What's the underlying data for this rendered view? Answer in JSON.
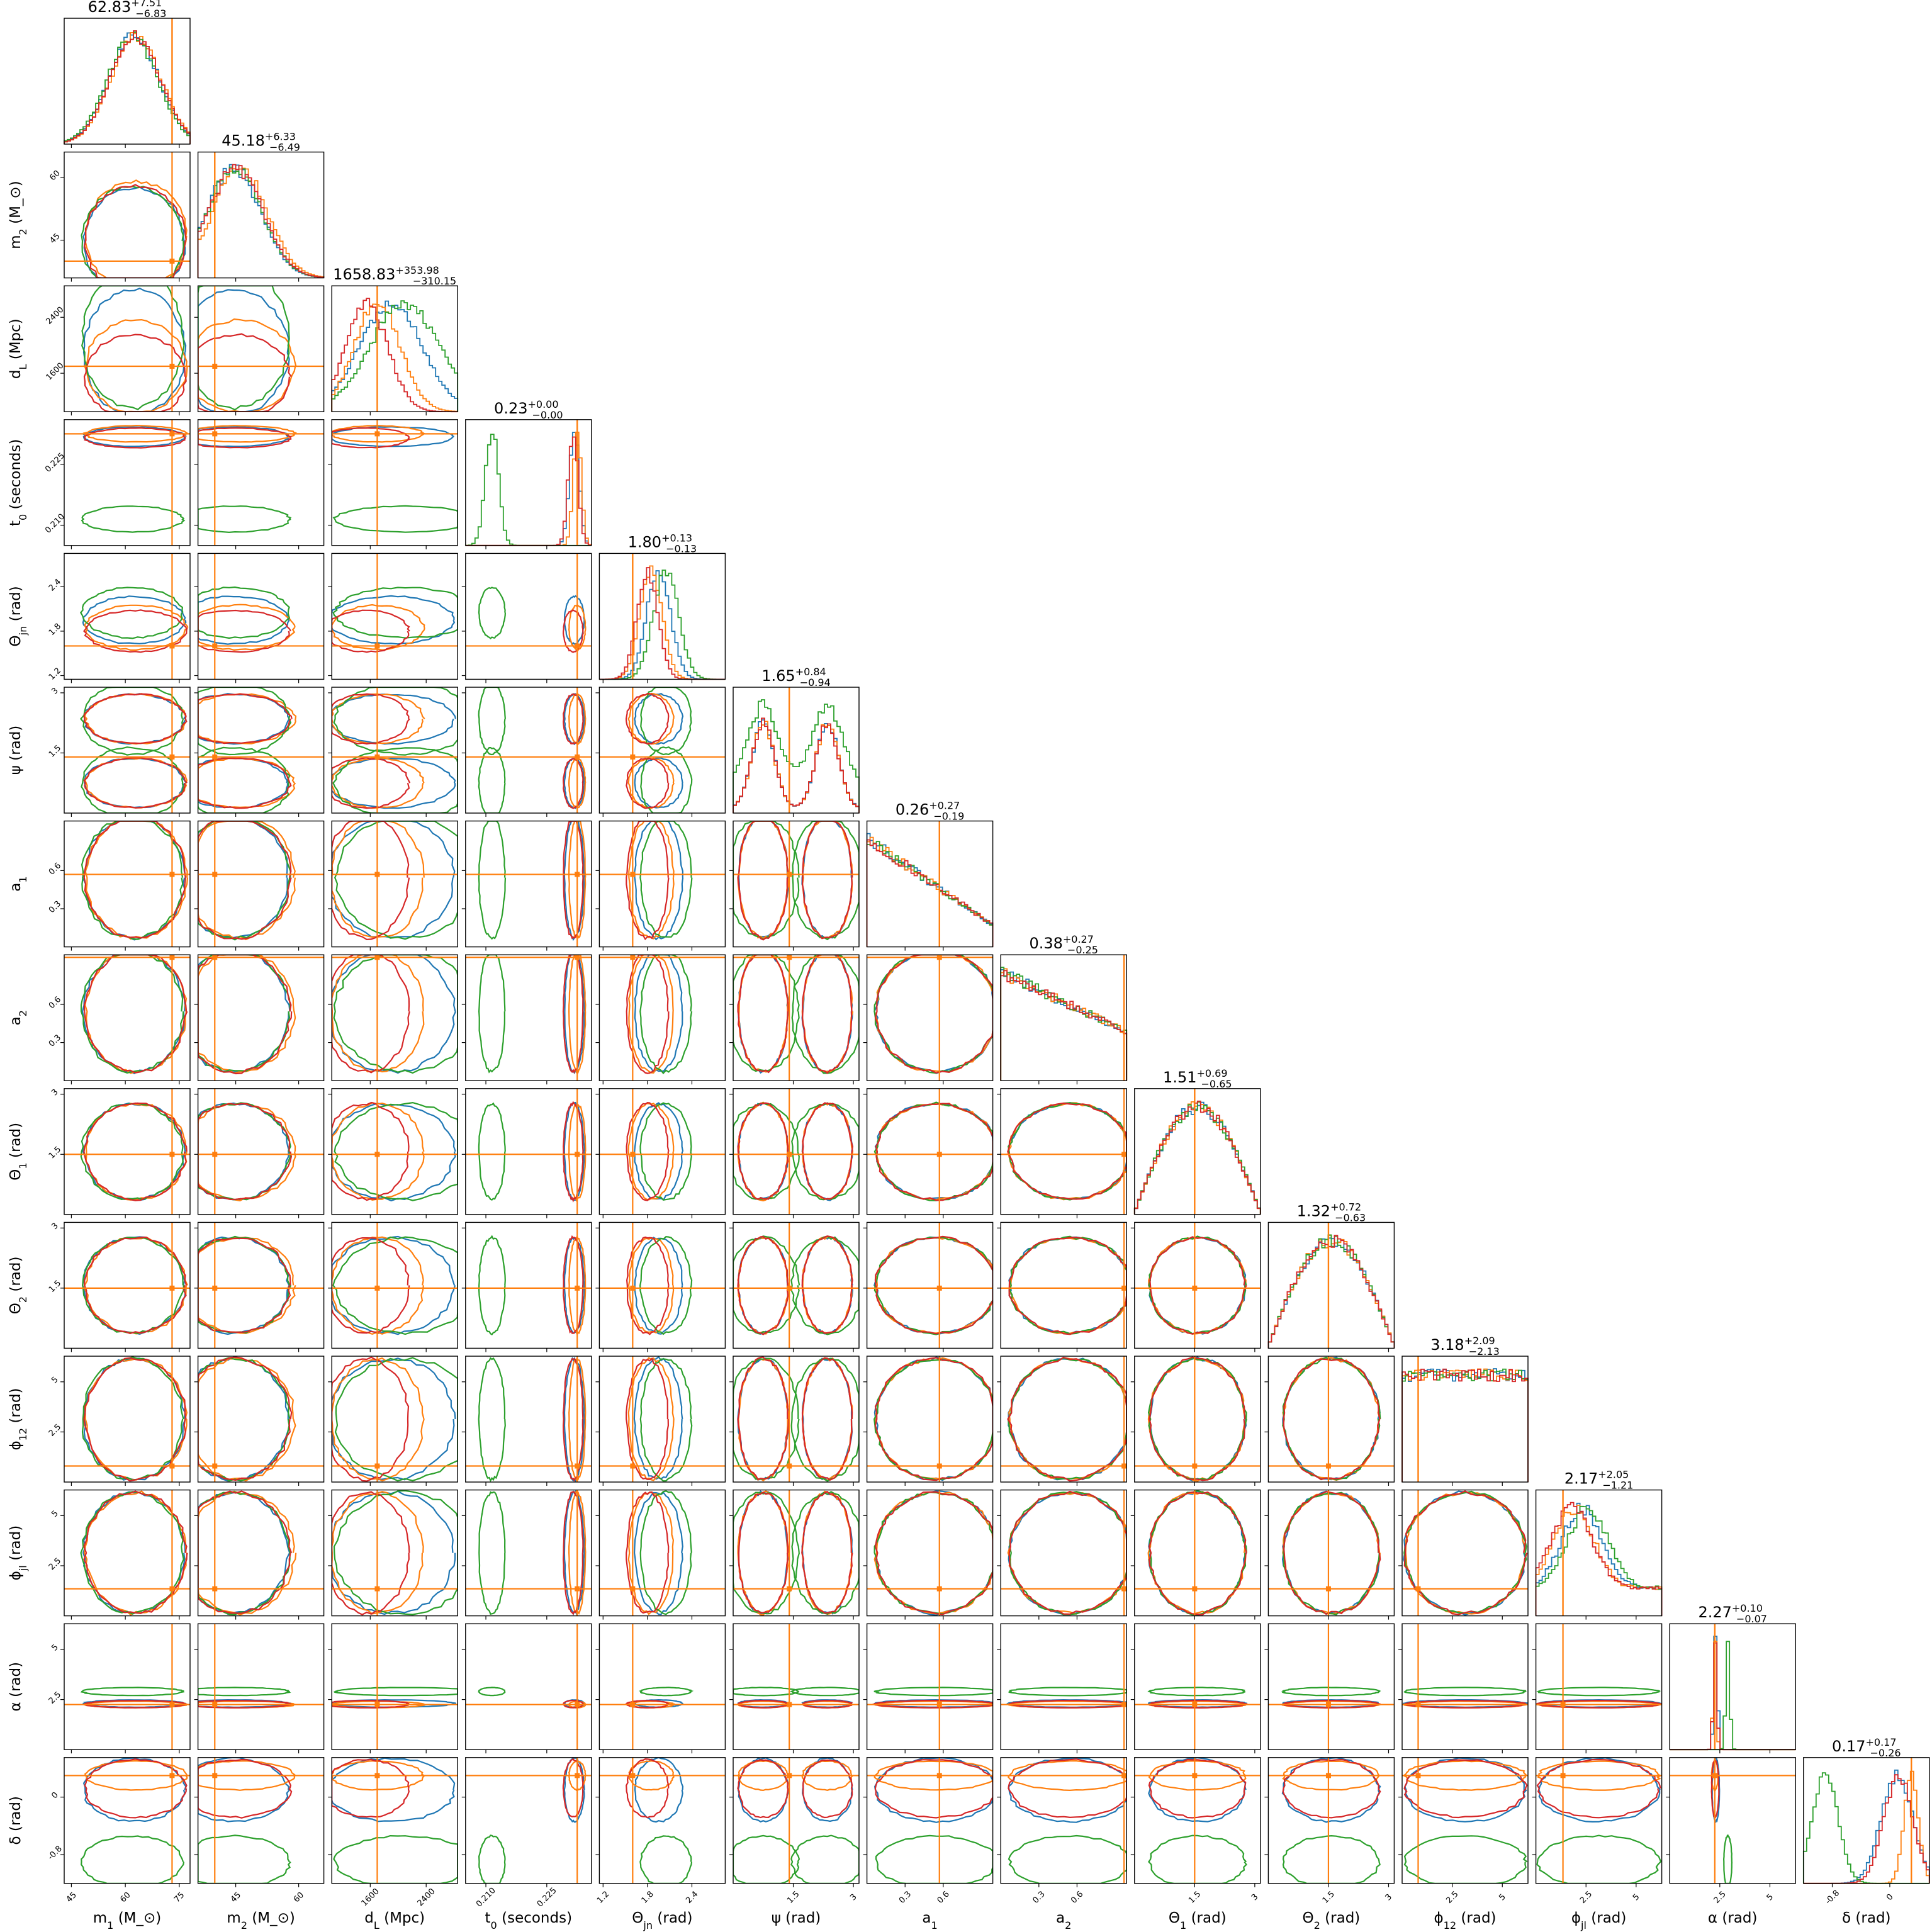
{
  "chart_data": {
    "type": "corner",
    "colors": [
      "#1f77b4",
      "#ff7f0e",
      "#2ca02c",
      "#d62728"
    ],
    "truth_color": "#ff7f0e",
    "parameters": [
      {
        "key": "m1",
        "label": "m_1 (M_⊙)",
        "title": "62.83",
        "sup": "+7.51",
        "sub": "−6.83",
        "range": [
          43,
          78
        ],
        "ticks": [
          45,
          60,
          75
        ],
        "truth": 73.0,
        "means": [
          62.5,
          63.0,
          62.0,
          62.8
        ],
        "sigmas": [
          7.0,
          7.0,
          7.0,
          7.0
        ]
      },
      {
        "key": "m2",
        "label": "m_2 (M_⊙)",
        "title": "45.18",
        "sup": "+6.33",
        "sub": "−6.49",
        "range": [
          36,
          66
        ],
        "ticks": [
          45,
          60
        ],
        "truth": 40.0,
        "means": [
          44.5,
          46.0,
          44.8,
          45.0
        ],
        "sigmas": [
          6.5,
          6.5,
          6.5,
          6.5
        ]
      },
      {
        "key": "dL",
        "label": "d_L (Mpc)",
        "title": "1658.83",
        "sup": "+353.98",
        "sub": "−310.15",
        "range": [
          1050,
          2850
        ],
        "ticks": [
          1600,
          2400
        ],
        "truth": 1700,
        "means": [
          1900,
          1700,
          2100,
          1550
        ],
        "sigmas": [
          450,
          330,
          500,
          300
        ]
      },
      {
        "key": "t0",
        "label": "t_0 (seconds)",
        "title": "0.23",
        "sup": "+0.00",
        "sub": "−0.00",
        "range": [
          0.205,
          0.236
        ],
        "ticks": [
          0.21,
          0.225
        ],
        "tick_labels": [
          "0.210",
          "0.225"
        ],
        "truth": 0.2325,
        "means": [
          0.2318,
          0.2325,
          0.2115,
          0.2315
        ],
        "sigmas": [
          0.0012,
          0.001,
          0.0016,
          0.0012
        ]
      },
      {
        "key": "thetajn",
        "label": "Θ_jn (rad)",
        "title": "1.80",
        "sup": "+0.13",
        "sub": "−0.13",
        "range": [
          1.15,
          2.85
        ],
        "ticks": [
          1.2,
          1.8,
          2.4
        ],
        "truth": 1.6,
        "means": [
          1.95,
          1.85,
          2.05,
          1.8
        ],
        "sigmas": [
          0.16,
          0.15,
          0.17,
          0.14
        ]
      },
      {
        "key": "psi",
        "label": "ψ (rad)",
        "title": "1.65",
        "sup": "+0.84",
        "sub": "−0.94",
        "range": [
          0,
          3.14
        ],
        "ticks": [
          1.5,
          3.0
        ],
        "truth": 1.4,
        "modes": [
          0.75,
          2.35
        ],
        "sigmas": [
          0.28,
          0.28,
          0.4,
          0.28
        ]
      },
      {
        "key": "a1",
        "label": "a_1",
        "title": "0.26",
        "sup": "+0.27",
        "sub": "−0.19",
        "range": [
          0,
          0.99
        ],
        "ticks": [
          0.3,
          0.6
        ],
        "truth": 0.57
      },
      {
        "key": "a2",
        "label": "a_2",
        "title": "0.38",
        "sup": "+0.27",
        "sub": "−0.25",
        "range": [
          0,
          0.99
        ],
        "ticks": [
          0.3,
          0.6
        ],
        "truth": 0.97
      },
      {
        "key": "theta1",
        "label": "Θ_1 (rad)",
        "title": "1.51",
        "sup": "+0.69",
        "sub": "−0.65",
        "range": [
          0,
          3.14
        ],
        "ticks": [
          1.5,
          3.0
        ],
        "truth": 1.5
      },
      {
        "key": "theta2",
        "label": "Θ_2 (rad)",
        "title": "1.32",
        "sup": "+0.72",
        "sub": "−0.63",
        "range": [
          0,
          3.14
        ],
        "ticks": [
          1.5,
          3.0
        ],
        "truth": 1.5
      },
      {
        "key": "phi12",
        "label": "ϕ_12 (rad)",
        "title": "3.18",
        "sup": "+2.09",
        "sub": "−2.13",
        "range": [
          0,
          6.28
        ],
        "ticks": [
          2.5,
          5.0
        ],
        "truth": 0.8
      },
      {
        "key": "phijl",
        "label": "ϕ_jl (rad)",
        "title": "2.17",
        "sup": "+2.05",
        "sub": "−1.21",
        "range": [
          0,
          6.28
        ],
        "ticks": [
          2.5,
          5.0
        ],
        "truth": 1.35
      },
      {
        "key": "alpha",
        "label": "α (rad)",
        "title": "2.27",
        "sup": "+0.10",
        "sub": "−0.07",
        "range": [
          0,
          6.28
        ],
        "ticks": [
          2.5,
          5.0
        ],
        "truth": 2.25,
        "means": [
          2.3,
          2.25,
          2.9,
          2.27
        ],
        "sigmas": [
          0.09,
          0.08,
          0.1,
          0.09
        ]
      },
      {
        "key": "delta",
        "label": "δ (rad)",
        "title": "0.17",
        "sup": "+0.17",
        "sub": "−0.26",
        "range": [
          -1.2,
          0.55
        ],
        "ticks": [
          -0.8,
          0.0
        ],
        "truth": 0.3,
        "means": [
          0.1,
          0.3,
          -0.9,
          0.12
        ],
        "sigmas": [
          0.22,
          0.1,
          0.18,
          0.2
        ]
      }
    ]
  }
}
